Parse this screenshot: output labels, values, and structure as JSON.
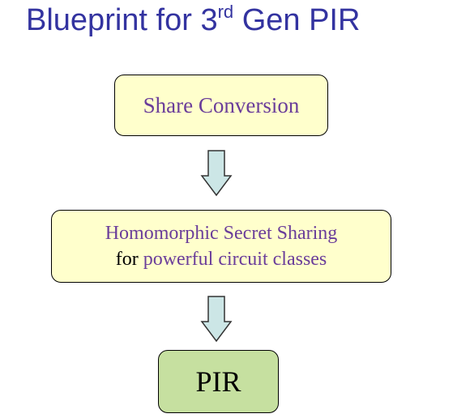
{
  "title": {
    "prefix": "Blueprint for 3",
    "superscript": "rd",
    "suffix": " Gen PIR"
  },
  "boxes": {
    "share_conversion": {
      "label": "Share Conversion",
      "fill": "#ffffcc"
    },
    "hss": {
      "line1": "Homomorphic Secret Sharing",
      "line2_prefix": "for ",
      "line2_emphasis": "powerful circuit classes",
      "fill": "#ffffcc"
    },
    "pir": {
      "label": "PIR",
      "fill": "#c6e0a0"
    }
  },
  "arrows": {
    "fill": "#cce6e6",
    "stroke": "#333333",
    "icon": "down-arrow-icon"
  },
  "colors": {
    "title": "#3333a0",
    "accent_text": "#6a3d9a"
  }
}
